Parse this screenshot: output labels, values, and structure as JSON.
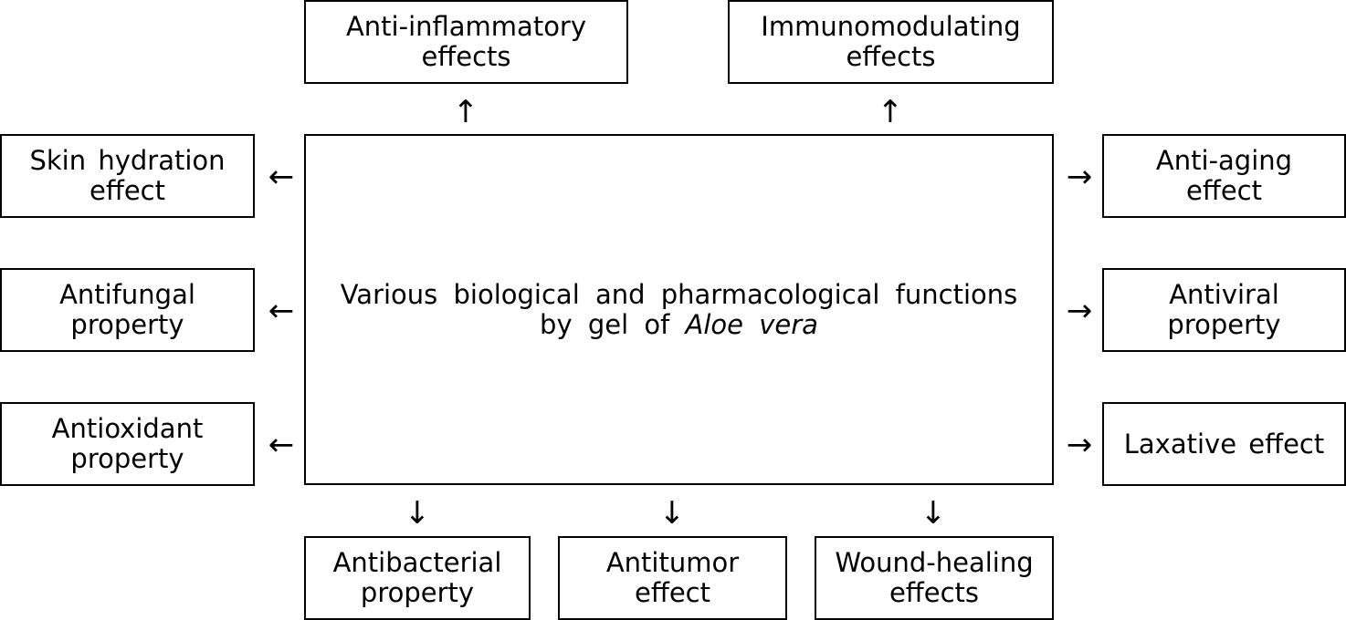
{
  "center": {
    "line1": "Various biological and pharmacological functions",
    "line2_prefix": "by gel of ",
    "line2_italic": "Aloe vera"
  },
  "top": [
    {
      "line1": "Anti-inflammatory",
      "line2": "effects"
    },
    {
      "line1": "Immunomodulating",
      "line2": "effects"
    }
  ],
  "left": [
    {
      "line1": "Skin hydration",
      "line2": "effect"
    },
    {
      "line1": "Antifungal",
      "line2": "property"
    },
    {
      "line1": "Antioxidant",
      "line2": "property"
    }
  ],
  "right": [
    {
      "line1": "Anti-aging",
      "line2": "effect"
    },
    {
      "line1": "Antiviral",
      "line2": "property"
    },
    {
      "line1": "Laxative effect",
      "line2": ""
    }
  ],
  "bottom": [
    {
      "line1": "Antibacterial",
      "line2": "property"
    },
    {
      "line1": "Antitumor",
      "line2": "effect"
    },
    {
      "line1": "Wound-healing",
      "line2": "effects"
    }
  ],
  "arrows": {
    "up": "↑",
    "down": "↓",
    "left": "←",
    "right": "→"
  }
}
